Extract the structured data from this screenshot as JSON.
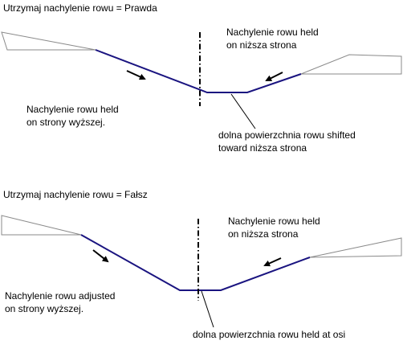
{
  "colors": {
    "ditch_line": "#1a1480",
    "surface_line": "#8a8a8a",
    "text": "#000000"
  },
  "top_case": {
    "title": "Utrzymaj nachylenie rowu = Prawda",
    "label_right_slope": [
      "Nachylenie rowu held",
      "on niższa strona"
    ],
    "label_left_slope": [
      "Nachylenie rowu held",
      "on strony wyższej."
    ],
    "label_bottom": [
      "dolna powierzchnia rowu shifted",
      "toward niższa strona"
    ]
  },
  "bottom_case": {
    "title": "Utrzymaj nachylenie rowu = Fałsz",
    "label_right_slope": [
      "Nachylenie rowu held",
      "on niższa strona"
    ],
    "label_left_slope": [
      "Nachylenie rowu adjusted",
      "on strony wyższej."
    ],
    "label_bottom": [
      "dolna powierzchnia rowu held at osi"
    ]
  }
}
